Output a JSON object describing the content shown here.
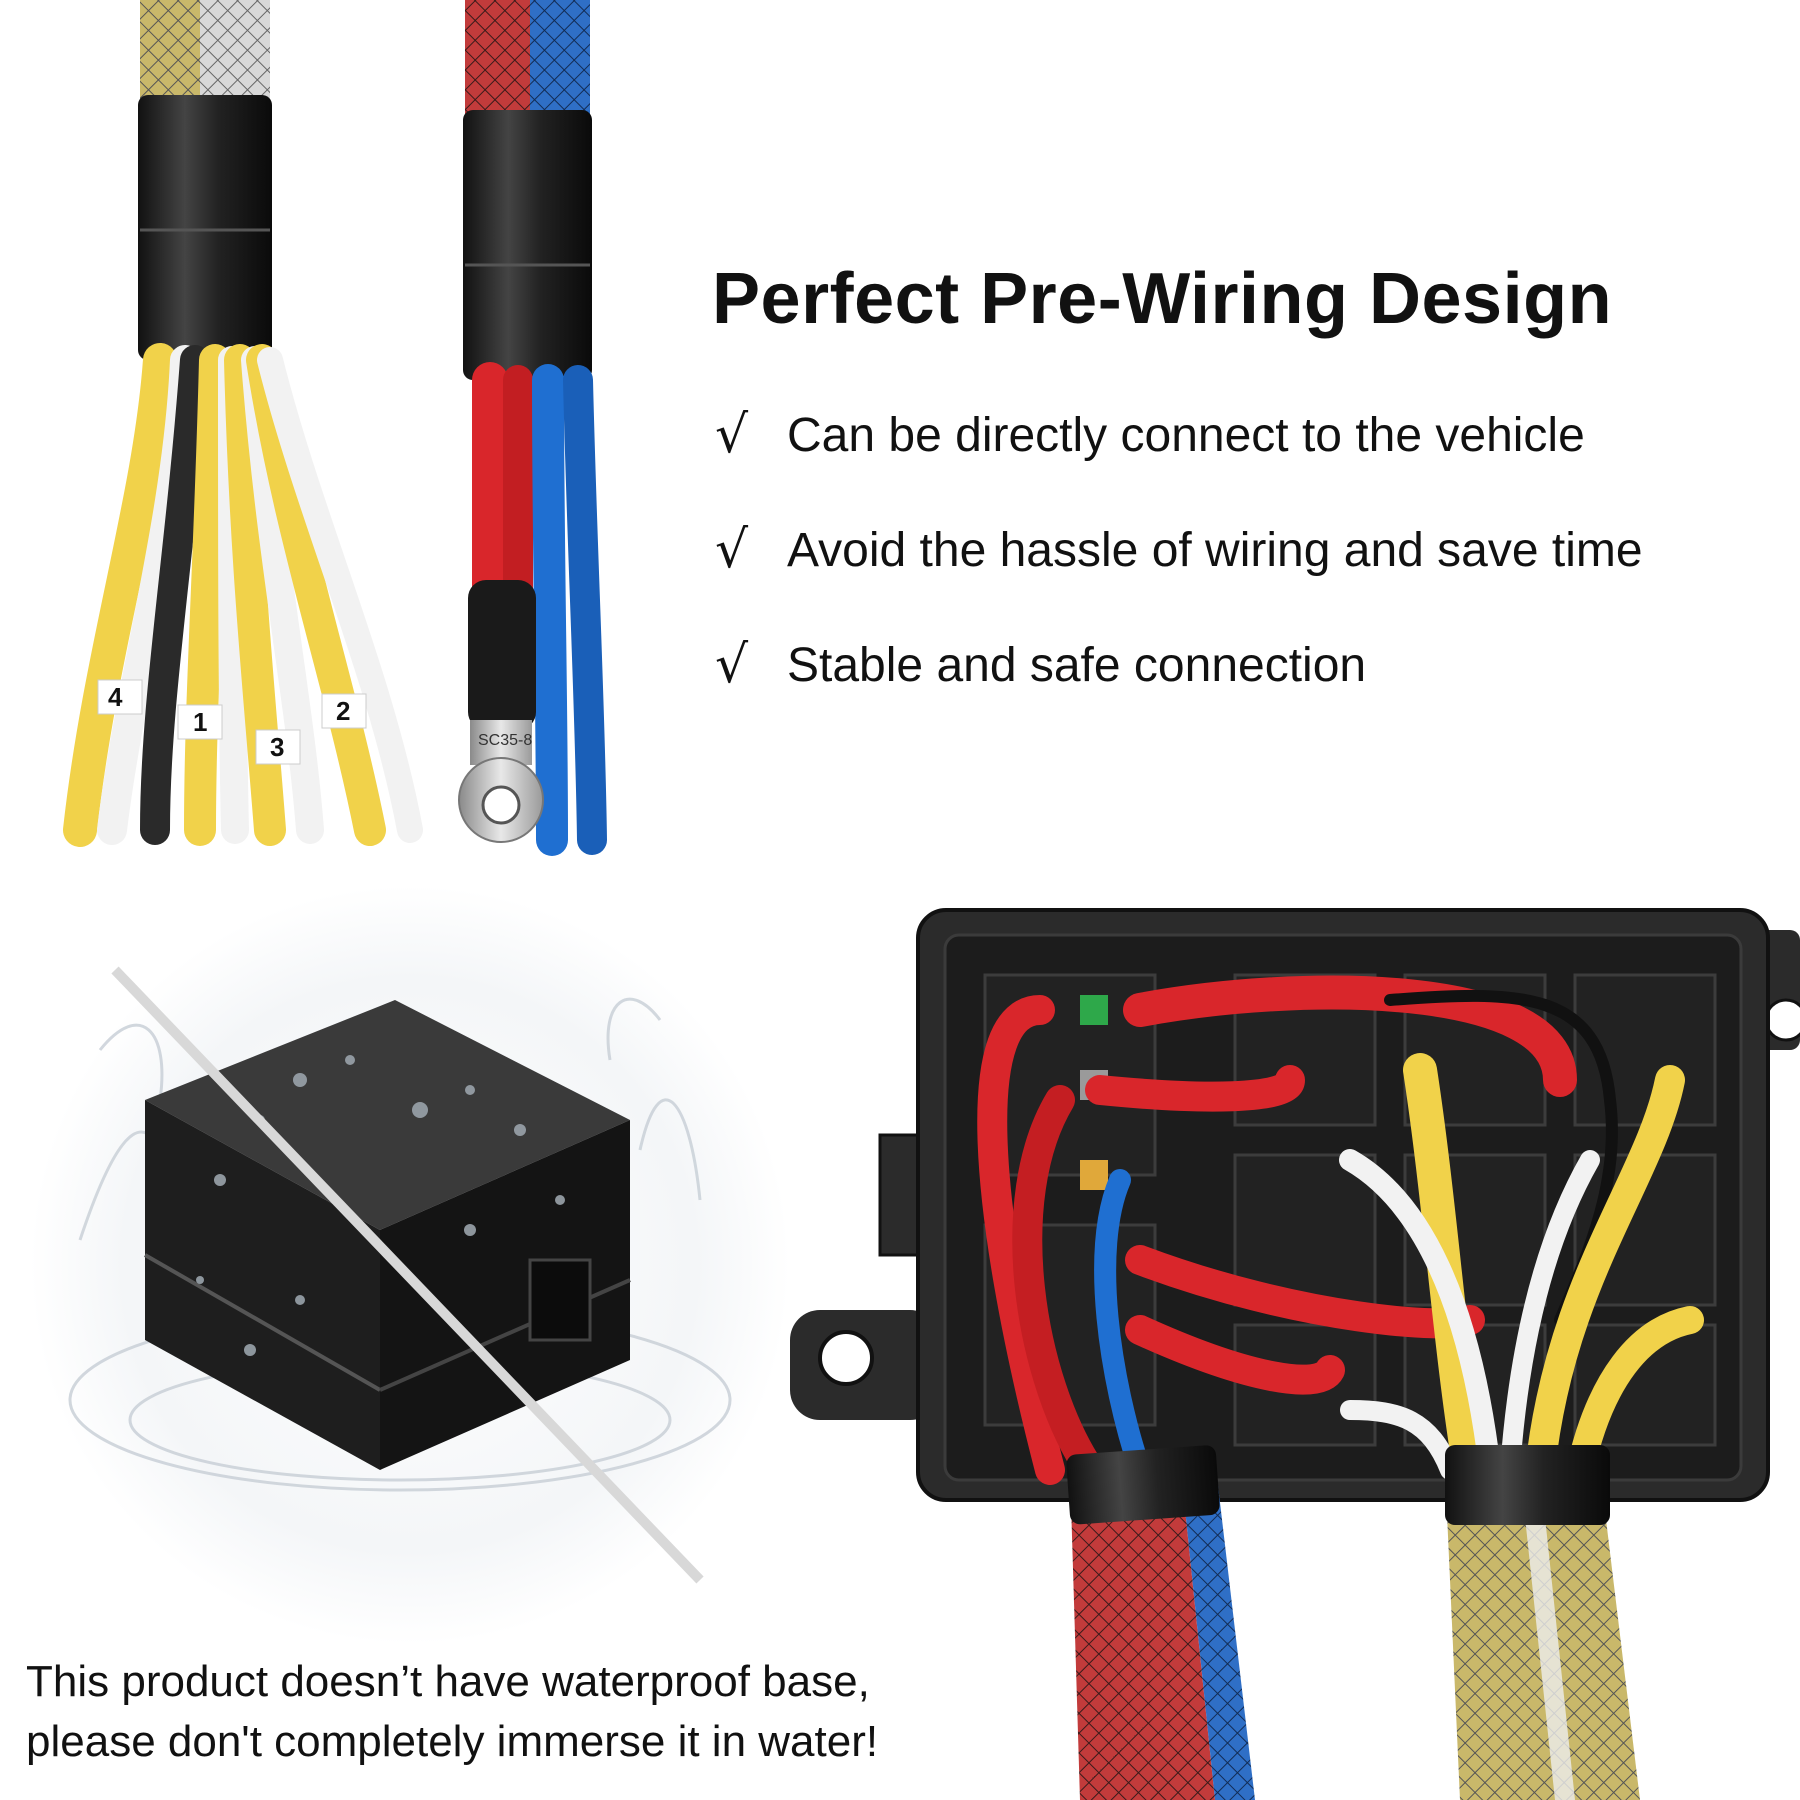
{
  "heading": "Perfect Pre-Wiring Design",
  "check_mark": "√",
  "features": [
    "Can be directly connect to the vehicle",
    "Avoid the hassle of wiring and save time",
    "Stable and safe connection"
  ],
  "wire_labels": [
    "4",
    "1",
    "3",
    "2"
  ],
  "terminal_marking": "SC35-8",
  "warning": {
    "line1": "This product doesn’t have waterproof base,",
    "line2": "please don't completely immerse it in water!"
  },
  "colors": {
    "red_wire": "#d9262b",
    "blue_wire": "#1f6fd1",
    "yellow_wire": "#f1d24a",
    "white_wire": "#f2f2f2",
    "black_wire": "#2a2a2a",
    "box": "#2b2b2b"
  },
  "icons": [
    "wire-harness-yellow-white",
    "wire-harness-red-blue",
    "ring-terminal",
    "waterproof-box-splash",
    "fuse-relay-box"
  ]
}
